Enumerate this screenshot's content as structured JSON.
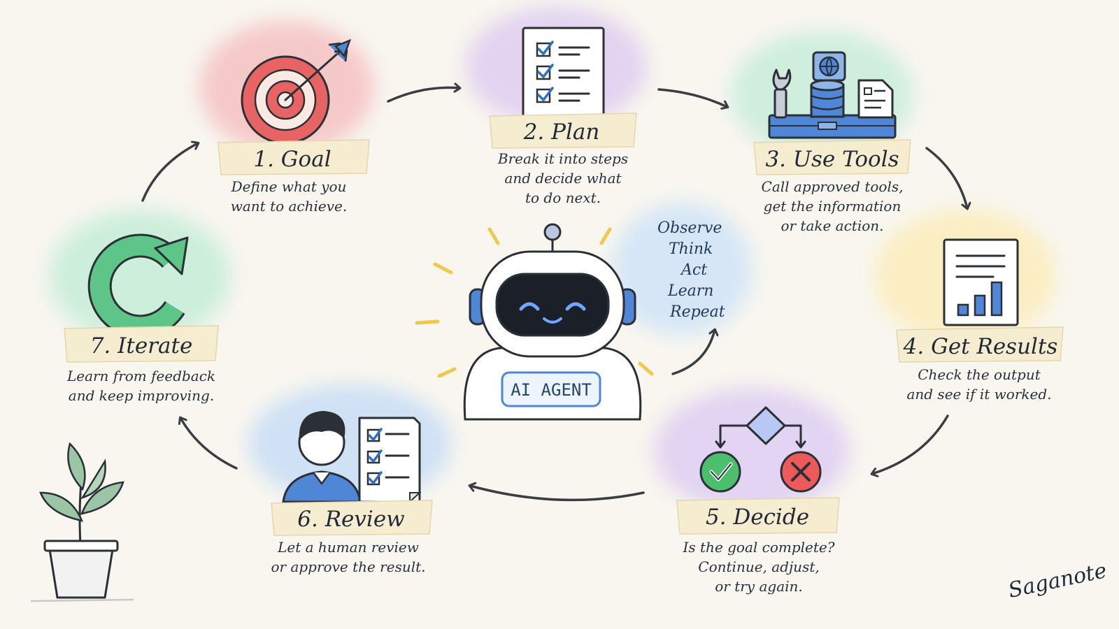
{
  "steps": [
    {
      "title": "1. Goal",
      "desc": [
        "Define what you",
        "want to achieve."
      ]
    },
    {
      "title": "2. Plan",
      "desc": [
        "Break it into steps",
        "and decide what",
        "to do next."
      ]
    },
    {
      "title": "3. Use Tools",
      "desc": [
        "Call approved tools,",
        "get the information",
        "or take action."
      ]
    },
    {
      "title": "4. Get Results",
      "desc": [
        "Check the output",
        "and see if it worked."
      ]
    },
    {
      "title": "5. Decide",
      "desc": [
        "Is the goal complete?",
        "Continue, adjust,",
        "or try again."
      ]
    },
    {
      "title": "6. Review",
      "desc": [
        "Let a human review",
        "or approve the result."
      ]
    },
    {
      "title": "7. Iterate",
      "desc": [
        "Learn from feedback",
        "and keep improving."
      ]
    }
  ],
  "agent": {
    "label": "AI AGENT",
    "loop_words": [
      "Observe",
      "Think",
      "Act",
      "Learn",
      "Repeat"
    ]
  },
  "signature": "Saganote",
  "colors": {
    "goal_wash": "#f6c9c9",
    "plan_wash": "#e3d3f1",
    "tools_wash": "#cfeedd",
    "results_wash": "#fbeec3",
    "decide_wash": "#e2d4f2",
    "review_wash": "#cfe1f5",
    "iterate_wash": "#cdeedb",
    "loop_wash": "#d6e6f7",
    "banner": "#f6ecd0",
    "target_red": "#e86464",
    "check_green": "#4cbf6e",
    "cross_red": "#ec5a5a",
    "robot_blue": "#4f86d6"
  },
  "icons": [
    "target-icon",
    "checklist-icon",
    "toolbox-icon",
    "report-chart-icon",
    "flowchart-icon",
    "person-checklist-icon",
    "refresh-icon",
    "plant-icon",
    "robot-icon"
  ]
}
